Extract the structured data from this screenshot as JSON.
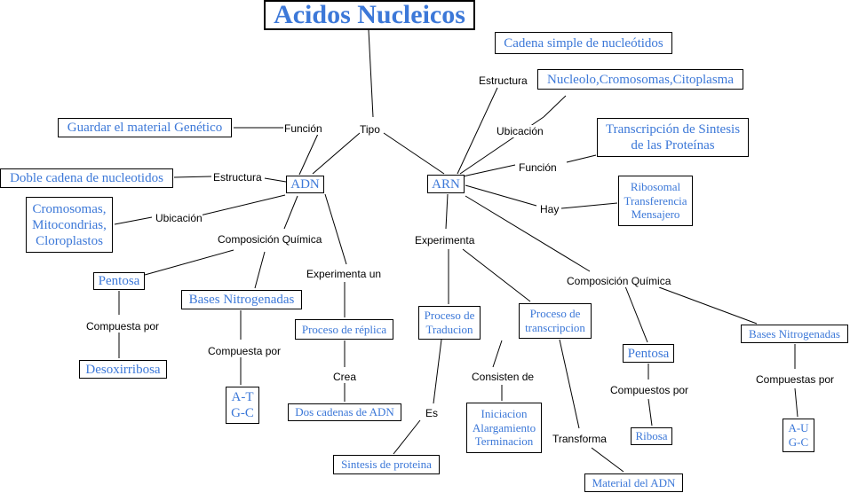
{
  "title": "Acidos Nucleicos",
  "tipo": "Tipo",
  "adn": {
    "label": "ADN",
    "funcion_label": "Función",
    "funcion": "Guardar el material Genético",
    "estructura_label": "Estructura",
    "estructura": "Doble cadena de nucleotidos",
    "ubicacion_label": "Ubicación",
    "ubicacion": [
      "Cromosomas,",
      "Mitocondrias,",
      "Cloroplastos"
    ],
    "composicion_label": "Composición Química",
    "pentosa": "Pentosa",
    "pentosa_compuesta_label": "Compuesta por",
    "desoxirribosa": "Desoxirribosa",
    "bases": "Bases Nitrogenadas",
    "bases_compuesta_label": "Compuesta por",
    "bases_pares": [
      "A-T",
      "G-C"
    ],
    "experimenta_label": "Experimenta un",
    "replica": "Proceso de réplica",
    "crea_label": "Crea",
    "dos_cadenas": "Dos cadenas de ADN"
  },
  "arn": {
    "label": "ARN",
    "estructura_label": "Estructura",
    "estructura": "Cadena simple de nucleótidos",
    "ubicacion_label": "Ubicación",
    "ubicacion": "Nucleolo,Cromosomas,Citoplasma",
    "funcion_label": "Función",
    "funcion": [
      "Transcripción de Sintesis",
      "de las Proteínas"
    ],
    "hay_label": "Hay",
    "tipos": [
      "Ribosomal",
      "Transferencia",
      "Mensajero"
    ],
    "experimenta_label": "Experimenta",
    "traduccion": [
      "Proceso de",
      "Traducion"
    ],
    "es_label": "Es",
    "sintesis": "Sintesis de proteina",
    "transcripcion": [
      "Proceso de",
      "transcripcion"
    ],
    "consisten_label": "Consisten de",
    "etapas": [
      "Iniciacion",
      "Alargamiento",
      "Terminacion"
    ],
    "transforma_label": "Transforma",
    "material": "Material del ADN",
    "composicion_label": "Composición Química",
    "pentosa": "Pentosa",
    "pentosa_compuestos_label": "Compuestos por",
    "ribosa": "Ribosa",
    "bases": "Bases Nitrogenadas",
    "bases_compuestas_label": "Compuestas por",
    "bases_pares": [
      "A-U",
      "G-C"
    ]
  }
}
